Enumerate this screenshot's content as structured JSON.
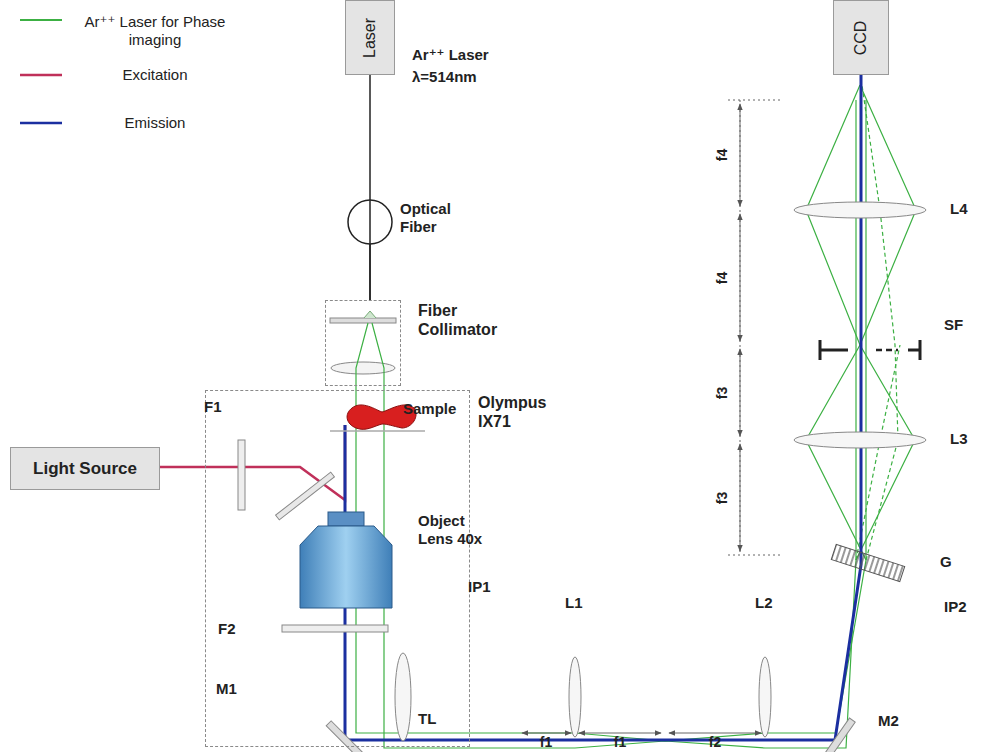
{
  "diagram": {
    "nodes": [
      {
        "text": [
          "Laser"
        ]
      },
      {
        "text": [
          "Fiber Collimator"
        ]
      },
      {
        "text": [
          "Olympus IX71"
        ]
      },
      {
        "text": [
          "Light Source"
        ]
      },
      {
        "text": [
          "CCD"
        ]
      }
    ],
    "edges": [
      {
        "from": 0,
        "to": 1,
        "arrow": "none"
      }
    ],
    "labels": [
      "Ar⁺⁺ Laser",
      "λ=514nm",
      "Optical Fiber",
      "Sample",
      "F1",
      "Object Lens 40x",
      "F2",
      "M1",
      "TL",
      "IP1",
      "L1",
      "L2",
      "M2",
      "G",
      "IP2",
      "L3",
      "L4",
      "SF",
      "f4",
      "f4",
      "f3",
      "f3",
      "f1",
      "f1",
      "f2"
    ],
    "legend": [
      {
        "text": "Ar⁺⁺ Laser for Phase imaging"
      },
      {
        "text": "Excitation"
      },
      {
        "text": "Emission"
      }
    ]
  }
}
